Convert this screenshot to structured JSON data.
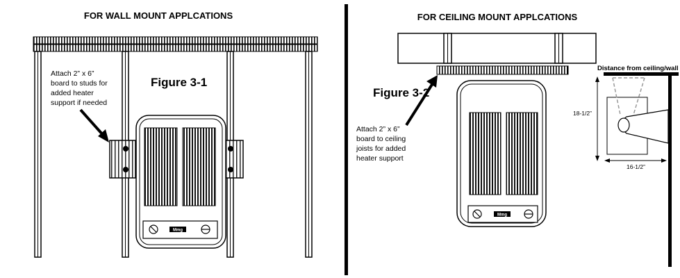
{
  "wall": {
    "title": "FOR WALL MOUNT APPLCATIONS",
    "figure": "Figure 3-1",
    "note": [
      "Attach 2” x 6”",
      "board to studs for",
      "added heater",
      "support if needed"
    ]
  },
  "ceiling": {
    "title": "FOR CEILING MOUNT APPLCATIONS",
    "figure": "Figure 3-2",
    "note": [
      "Attach 2” x 6”",
      "board to ceiling",
      "joists for added",
      "heater support"
    ]
  },
  "clearance": {
    "title": "Distance from ceiling/wall",
    "vertical": "18-1/2”",
    "horizontal": "16-1/2”"
  },
  "heater": {
    "brand": "Mmg"
  }
}
